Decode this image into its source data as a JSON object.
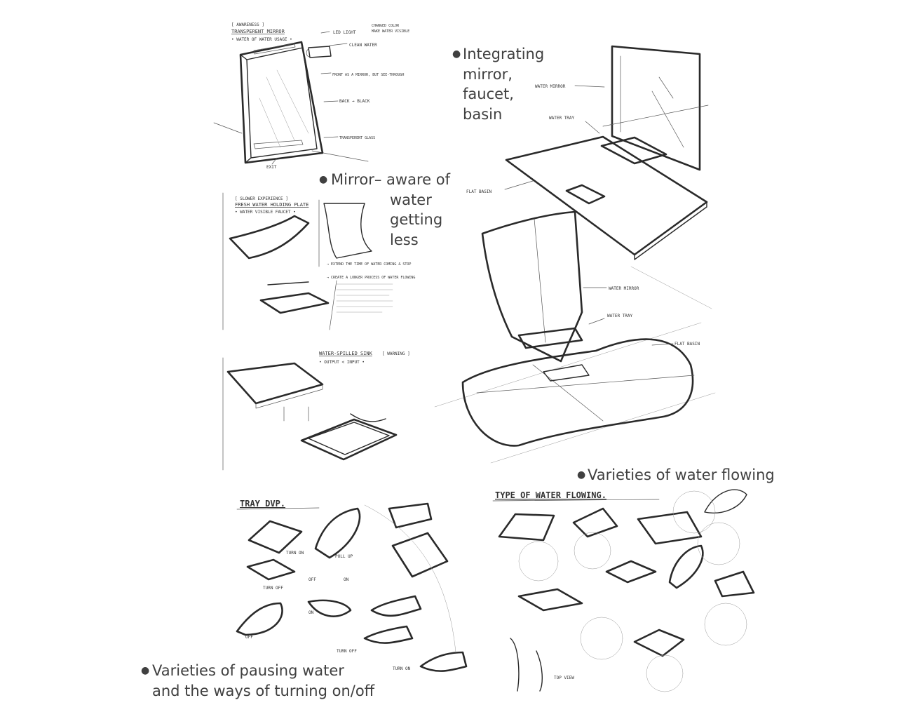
{
  "annotations": {
    "integrating": [
      "Integrating",
      "mirror,",
      "faucet,",
      "basin"
    ],
    "mirror_aware": [
      "Mirror– aware of",
      "water",
      "getting",
      "less"
    ],
    "varieties_flowing": "Varieties of water flowing",
    "varieties_pausing": [
      "Varieties of pausing water",
      "and the ways of turning on/off"
    ]
  },
  "sketch_labels": {
    "awareness_tag": "[ AWARENESS ]",
    "transparent_mirror": "TRANSPERENT MIRROR",
    "water_usage": "• WATER OF WATER USAGE •",
    "led_light": "LED LIGHT",
    "changed_color": "CHANGED COLOR",
    "make_water_visible": "MAKE WATER VISIBLE",
    "clean_water": "CLEAN WATER",
    "front_mirror": "FRONT AS A MIRROR, BUT SEE-THROUGH",
    "back_black": "BACK → BLACK",
    "transparent_glass": "TRANSPERENT GLASS",
    "exit": "EXIT",
    "slower_experience": "[ SLOWER EXPERIENCE ]",
    "fresh_water_plate": "FRESH WATER HOLDING PLATE",
    "water_visible_faucet": "• WATER VISIBLE FAUCET •",
    "extend_time": "→ EXTEND THE TIME OF WATER COMING & STOP",
    "create_longer": "→ CREATE A LONGER PROCESS OF WATER FLOWING",
    "water_spilled_sink": "WATER-SPILLED SINK",
    "warning": "[ WARNING ]",
    "output_input": "• OUTPUT < INPUT •",
    "water_mirror": "WATER MIRROR",
    "water_tray": "WATER TRAY",
    "flat_basin": "FLAT BASIN",
    "tray_dvp": "TRAY DVP.",
    "type_of_water_flowing": "TYPE OF WATER FLOWING.",
    "turn_on": "TURN ON",
    "turn_off": "TURN OFF",
    "pull_up": "PULL UP",
    "off": "OFF",
    "on": "ON",
    "top_view": "TOP VIEW"
  }
}
